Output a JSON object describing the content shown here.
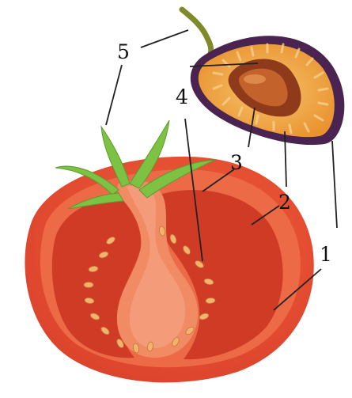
{
  "diagram": {
    "labels": [
      "1",
      "2",
      "3",
      "4",
      "5"
    ],
    "colors": {
      "tomato_skin": "#e24a2c",
      "tomato_flesh": "#ee6a45",
      "tomato_chamber": "#cf3b25",
      "tomato_core": "#f08b63",
      "tomato_seed": "#f0b46a",
      "leaf": "#7dc243",
      "plum_skin": "#4a2350",
      "plum_flesh": "#f0a33f",
      "plum_stone": "#a0441d",
      "stem": "#7f8a2a"
    }
  }
}
